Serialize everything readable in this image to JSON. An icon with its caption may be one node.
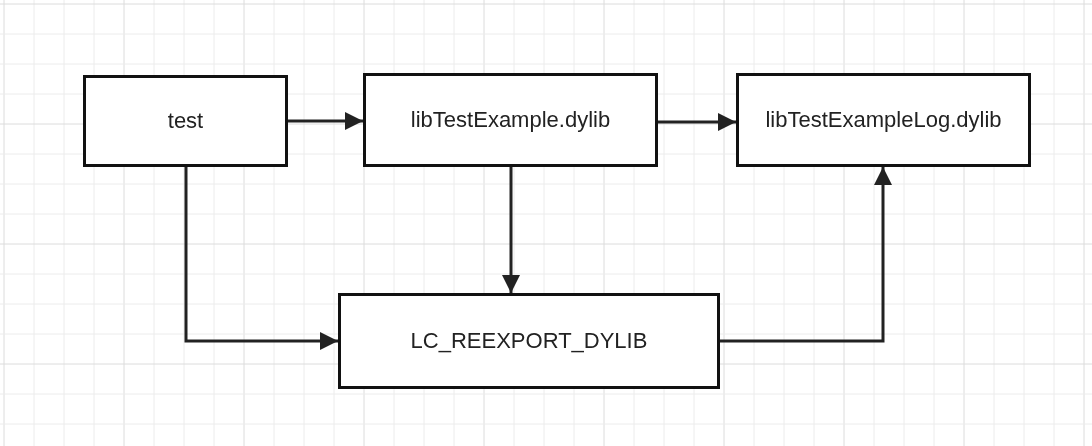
{
  "diagram": {
    "nodes": [
      {
        "text": [
          "test"
        ]
      },
      {
        "text": [
          "libTestExample.dylib"
        ]
      },
      {
        "text": [
          "libTestExampleLog.dylib"
        ]
      },
      {
        "text": [
          "LC_REEXPORT_DYLIB"
        ]
      }
    ],
    "edges": [
      {
        "from": 0,
        "to": 1,
        "arrow": "to"
      },
      {
        "from": 1,
        "to": 2,
        "arrow": "to"
      },
      {
        "from": 1,
        "to": 3,
        "arrow": "to"
      },
      {
        "from": 0,
        "to": 3,
        "arrow": "to"
      },
      {
        "from": 3,
        "to": 2,
        "arrow": "to"
      }
    ]
  }
}
